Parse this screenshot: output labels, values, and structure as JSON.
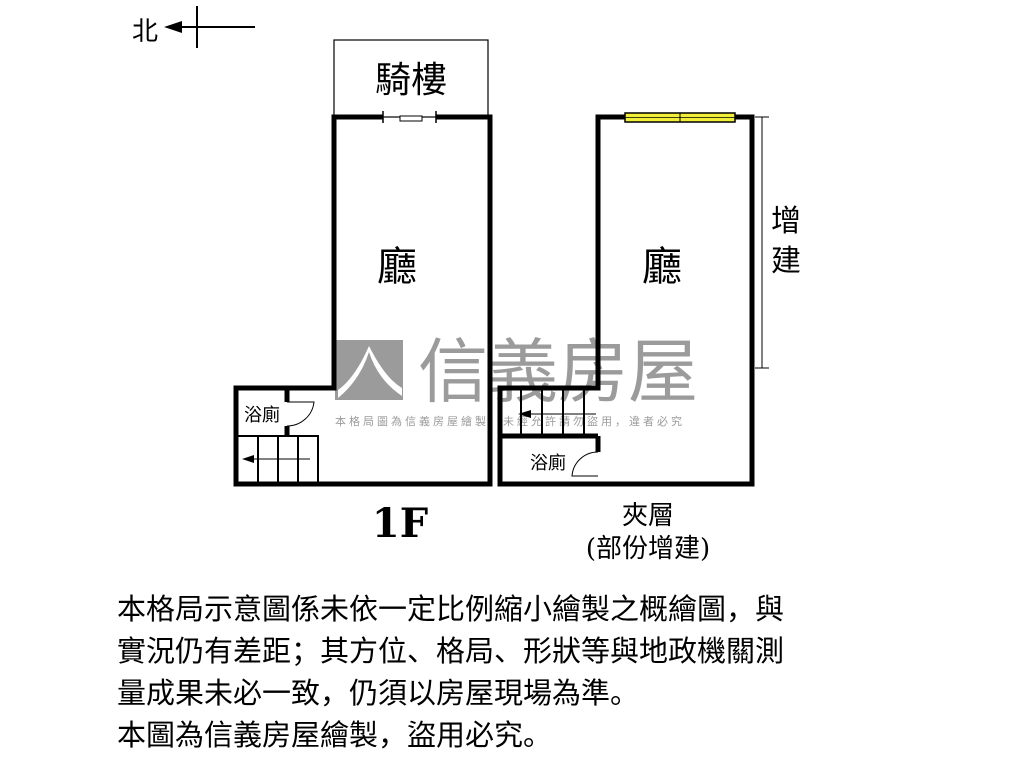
{
  "compass": {
    "north_label": "北"
  },
  "floor_1f": {
    "arcade_label": "騎樓",
    "living_label": "廳",
    "bathroom_label": "浴廁",
    "floor_label": "1F"
  },
  "mezzanine": {
    "living_label": "廳",
    "bathroom_label": "浴廁",
    "extension_label_1": "增",
    "extension_label_2": "建",
    "floor_label": "夾層",
    "floor_sublabel": "(部份增建)"
  },
  "watermark": {
    "brand": "信義房屋",
    "notice": "本格局圖為信義房屋繪製，未經允許請勿盜用，違者必究"
  },
  "colors": {
    "window": "#f2ef3a",
    "watermark": "#8a8a8a"
  },
  "disclaimer": {
    "lines": [
      "本格局示意圖係未依一定比例縮小繪製之概繪圖，與",
      "實況仍有差距；其方位、格局、形狀等與地政機關測",
      "量成果未必一致，仍須以房屋現場為準。",
      "本圖為信義房屋繪製，盜用必究。"
    ]
  }
}
